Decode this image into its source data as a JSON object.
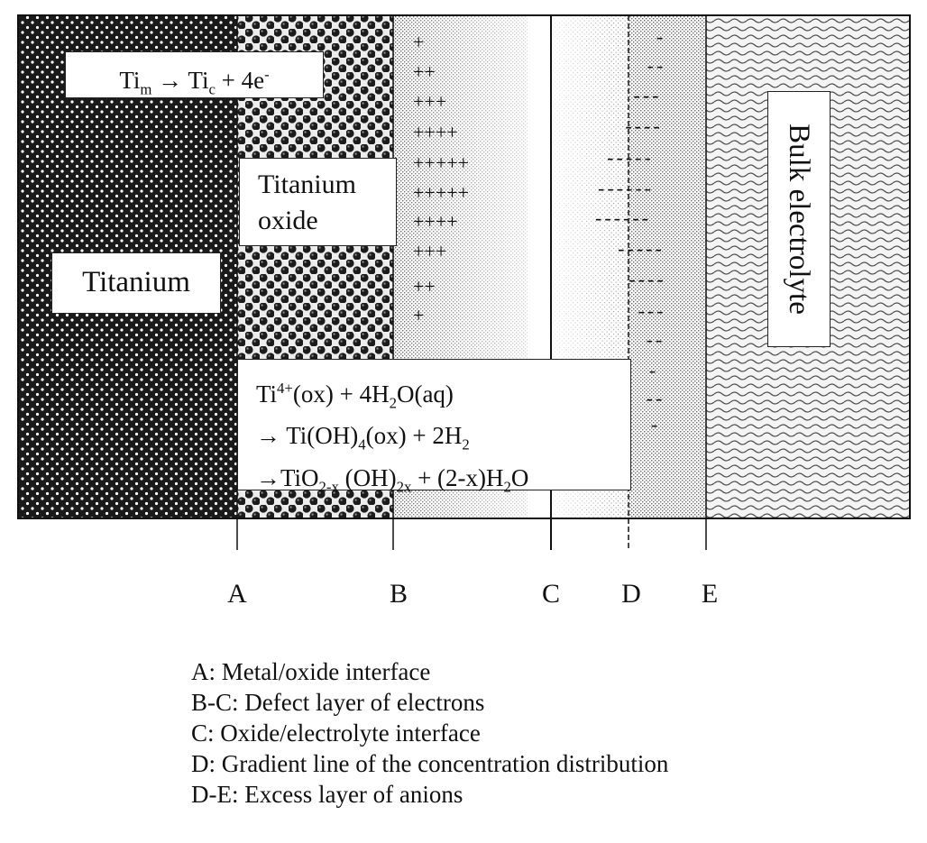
{
  "regions": {
    "titanium": "Titanium",
    "titanium_oxide": [
      "Titanium",
      "oxide"
    ],
    "bulk_electrolyte": "Bulk electrolyte"
  },
  "reactions": {
    "metal_oxidation": [
      "Ti",
      "m",
      " → Ti",
      "c",
      " + 4e",
      "-"
    ],
    "hydrolysis_line1": [
      "Ti",
      "4+",
      "(ox) + 4H",
      "2",
      "O(aq)"
    ],
    "hydrolysis_line2": [
      "→ Ti(OH)",
      "4",
      "(ox) + 2H",
      "2"
    ],
    "hydrolysis_line3": [
      "→TiO",
      "2-x",
      " (OH)",
      "2x",
      " + (2-x)H",
      "2",
      "O"
    ]
  },
  "charges": {
    "positive": [
      "+",
      "++",
      "+++",
      "++++",
      "+++++",
      "+++++",
      "++++",
      "+++",
      "++",
      "+"
    ],
    "negative": [
      "-",
      "--",
      "---",
      "----",
      "-----",
      "------",
      "------",
      "-----",
      "----",
      "---",
      "--",
      "-",
      "--",
      "-"
    ]
  },
  "boundary_labels": [
    "A",
    "B",
    "C",
    "D",
    "E"
  ],
  "legend": [
    "A: Metal/oxide interface",
    "B-C: Defect layer of electrons",
    "C: Oxide/electrolyte interface",
    "D: Gradient line of the concentration distribution",
    "D-E: Excess layer of anions"
  ]
}
